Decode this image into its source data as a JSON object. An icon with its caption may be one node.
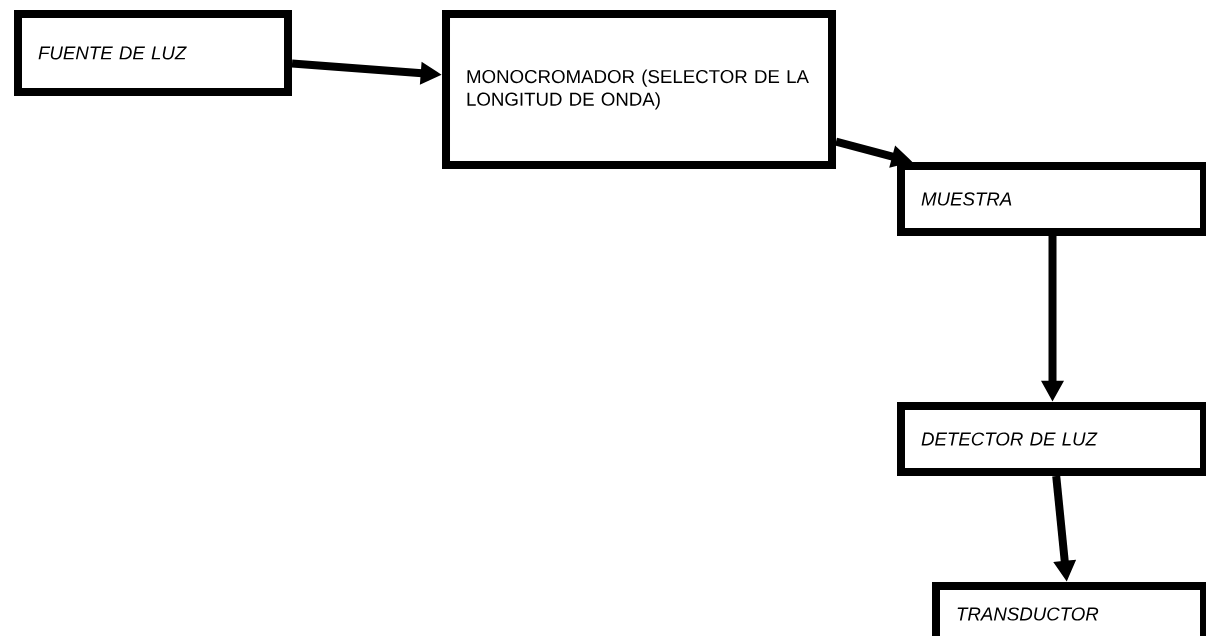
{
  "diagram": {
    "nodes": [
      {
        "text": [
          "FUENTE DE LUZ"
        ]
      },
      {
        "text": [
          "MONOCROMADOR (SELECTOR DE LA LONGITUD DE ONDA)"
        ]
      },
      {
        "text": [
          "MUESTRA"
        ]
      },
      {
        "text": [
          "DETECTOR DE LUZ"
        ]
      },
      {
        "text": [
          "TRANSDUCTOR"
        ]
      }
    ],
    "edges": [
      {
        "from": 0,
        "to": 1,
        "arrow": "to"
      },
      {
        "from": 1,
        "to": 2,
        "arrow": "to"
      },
      {
        "from": 2,
        "to": 3,
        "arrow": "to"
      },
      {
        "from": 3,
        "to": 4,
        "arrow": "to"
      }
    ]
  }
}
